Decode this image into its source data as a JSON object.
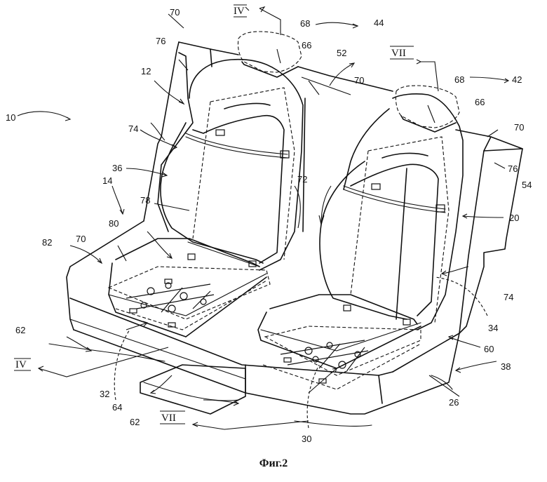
{
  "figure": {
    "caption": "Фиг.2",
    "reference_numerals": [
      {
        "id": "n10",
        "text": "10"
      },
      {
        "id": "n12",
        "text": "12"
      },
      {
        "id": "n14",
        "text": "14"
      },
      {
        "id": "n20",
        "text": "20"
      },
      {
        "id": "n26",
        "text": "26"
      },
      {
        "id": "n30",
        "text": "30"
      },
      {
        "id": "n32",
        "text": "32"
      },
      {
        "id": "n34",
        "text": "34"
      },
      {
        "id": "n36",
        "text": "36"
      },
      {
        "id": "n38",
        "text": "38"
      },
      {
        "id": "n42",
        "text": "42"
      },
      {
        "id": "n44",
        "text": "44"
      },
      {
        "id": "n52",
        "text": "52"
      },
      {
        "id": "n54",
        "text": "54"
      },
      {
        "id": "n60",
        "text": "60"
      },
      {
        "id": "n62a",
        "text": "62"
      },
      {
        "id": "n62b",
        "text": "62"
      },
      {
        "id": "n64",
        "text": "64"
      },
      {
        "id": "n66a",
        "text": "66"
      },
      {
        "id": "n66b",
        "text": "66"
      },
      {
        "id": "n68a",
        "text": "68"
      },
      {
        "id": "n68b",
        "text": "68"
      },
      {
        "id": "n70a",
        "text": "70"
      },
      {
        "id": "n70b",
        "text": "70"
      },
      {
        "id": "n70c",
        "text": "70"
      },
      {
        "id": "n70d",
        "text": "70"
      },
      {
        "id": "n72",
        "text": "72"
      },
      {
        "id": "n74a",
        "text": "74"
      },
      {
        "id": "n74b",
        "text": "74"
      },
      {
        "id": "n76a",
        "text": "76"
      },
      {
        "id": "n76b",
        "text": "76"
      },
      {
        "id": "n78",
        "text": "78"
      },
      {
        "id": "n80",
        "text": "80"
      },
      {
        "id": "n82",
        "text": "82"
      }
    ],
    "section_markers": [
      {
        "id": "s4top",
        "text": "IV"
      },
      {
        "id": "s4bot",
        "text": "IV"
      },
      {
        "id": "s7top",
        "text": "VII"
      },
      {
        "id": "s7bot",
        "text": "VII"
      }
    ]
  }
}
